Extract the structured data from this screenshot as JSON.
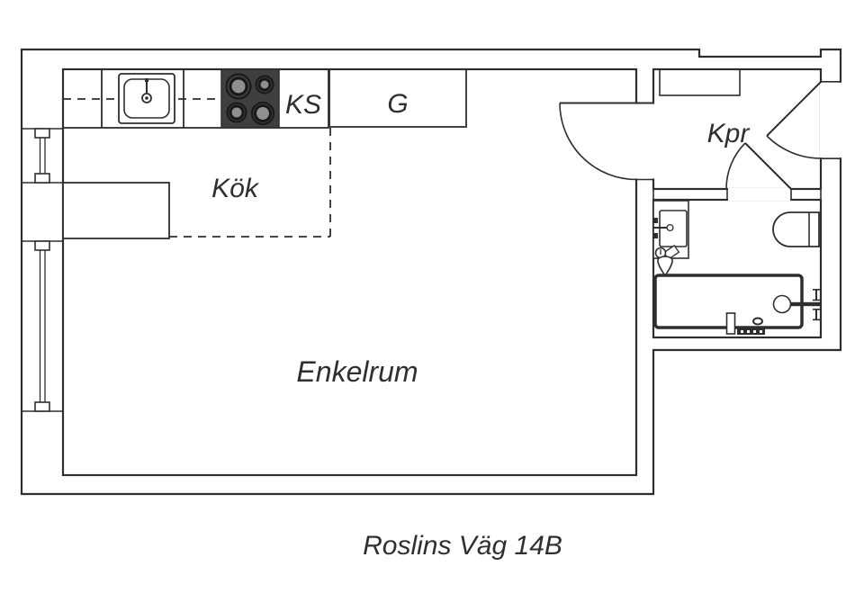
{
  "floorplan": {
    "address": "Roslins Väg 14B",
    "rooms": [
      {
        "id": "kok",
        "label": "Kök"
      },
      {
        "id": "enkelrum",
        "label": "Enkelrum"
      },
      {
        "id": "kpr",
        "label": "Kpr"
      }
    ],
    "cabinets": [
      {
        "id": "ks",
        "label": "KS"
      },
      {
        "id": "g",
        "label": "G"
      }
    ],
    "fixtures": [
      "kitchen-sink",
      "stove-four-burners",
      "kitchen-bench",
      "upper-cabinet-dashed-zone",
      "hat-shelf",
      "washbasin",
      "toilet",
      "bathtub",
      "bath-faucet",
      "window-small",
      "window-large",
      "door-main-room",
      "door-bathroom",
      "door-entrance"
    ],
    "colors": {
      "line": "#2e2e2e",
      "text": "#2f2f2f",
      "stove": "#3f3f3f",
      "burner": "#8f8f8f",
      "bg": "#ffffff"
    }
  }
}
